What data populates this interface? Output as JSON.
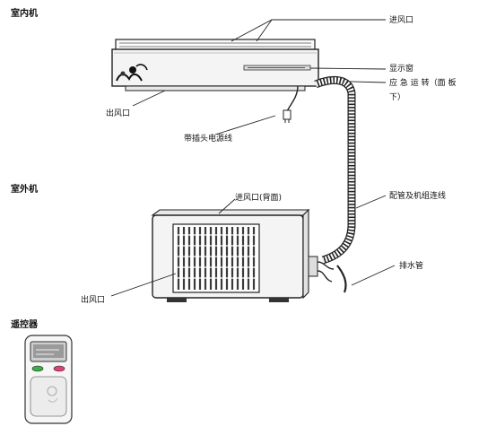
{
  "sections": {
    "indoor": "室内机",
    "outdoor": "室外机",
    "remote": "遥控器"
  },
  "labels": {
    "air_inlet": "进风口",
    "display_window": "显示窗",
    "emergency_run_a": "应 急 运 转（面 板",
    "emergency_run_b": "下）",
    "air_outlet_indoor": "出风口",
    "power_cord": "带插头电源线",
    "outdoor_inlet": "进风口(背面)",
    "piping": "配管及机组连线",
    "drain_pipe": "排水管",
    "air_outlet_outdoor": "出风口"
  },
  "colors": {
    "line": "#222222",
    "unit_body": "#f4f4f4",
    "grille": "#3a3a3a",
    "green_button": "#3cb043",
    "pink_button": "#e0407a"
  }
}
